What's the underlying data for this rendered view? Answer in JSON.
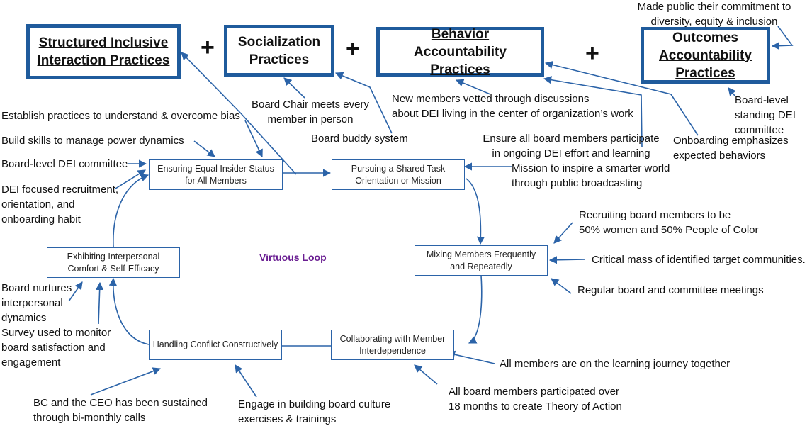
{
  "title": "Virtuous Loop",
  "colors": {
    "header_border": "#1f5b9c",
    "arrow": "#2b63a8",
    "loop_label": "#6a1e92",
    "text": "#111111"
  },
  "headers": [
    {
      "id": "structured",
      "label": "Structured Inclusive Interaction Practices"
    },
    {
      "id": "socialization",
      "label": "Socialization Practices"
    },
    {
      "id": "behavior",
      "label": "Behavior Accountability Practices"
    },
    {
      "id": "outcomes",
      "label": "Outcomes Accountability Practices"
    }
  ],
  "plus_sign": "+",
  "loop_nodes": [
    {
      "id": "equal",
      "label": "Ensuring Equal Insider Status for All Members"
    },
    {
      "id": "shared",
      "label": "Pursuing a Shared Task Orientation or Mission"
    },
    {
      "id": "mixing",
      "label": "Mixing Members Frequently and Repeatedly"
    },
    {
      "id": "collab",
      "label": "Collaborating with Member Interdependence"
    },
    {
      "id": "conflict",
      "label": "Handling Conflict Constructively"
    },
    {
      "id": "comfort",
      "label": "Exhibiting Interpersonal Comfort & Self-Efficacy"
    }
  ],
  "notes": {
    "public_commitment": "Made public their commitment to\ndiversity, equity & inclusion",
    "board_chair": "Board Chair meets every\nmember in person",
    "buddy": "Board buddy system",
    "vetted": "New members vetted through discussions\nabout DEI living in the center of organization’s work",
    "ensure_all": "Ensure all board members participate\nin ongoing DEI effort and learning",
    "onboarding": "Onboarding emphasizes\nexpected behaviors",
    "standing_committee": "Board-level\nstanding DEI\ncommittee",
    "bias": "Establish practices to understand & overcome bias",
    "power": "Build skills to manage power dynamics",
    "dei_committee": "Board-level DEI committee",
    "recruitment": "DEI focused recruitment,\norientation, and\nonboarding habit",
    "mission": "Mission to inspire a smarter world\nthrough public broadcasting",
    "recruiting": "Recruiting board members to be\n50% women and 50% People of Color",
    "critical_mass": "Critical mass of identified target communities.",
    "regular_meetings": "Regular board and committee meetings",
    "learning_journey": "All members are on the learning journey together",
    "theory_of_action": "All board members participated over\n18 months to create Theory of Action",
    "culture": "Engage in building board culture\nexercises & trainings",
    "bc_ceo": "BC and the CEO has been sustained\nthrough bi-monthly calls",
    "nurtures": "Board nurtures\ninterpersonal\ndynamics",
    "survey": "Survey used to monitor\nboard satisfaction and\nengagement"
  }
}
